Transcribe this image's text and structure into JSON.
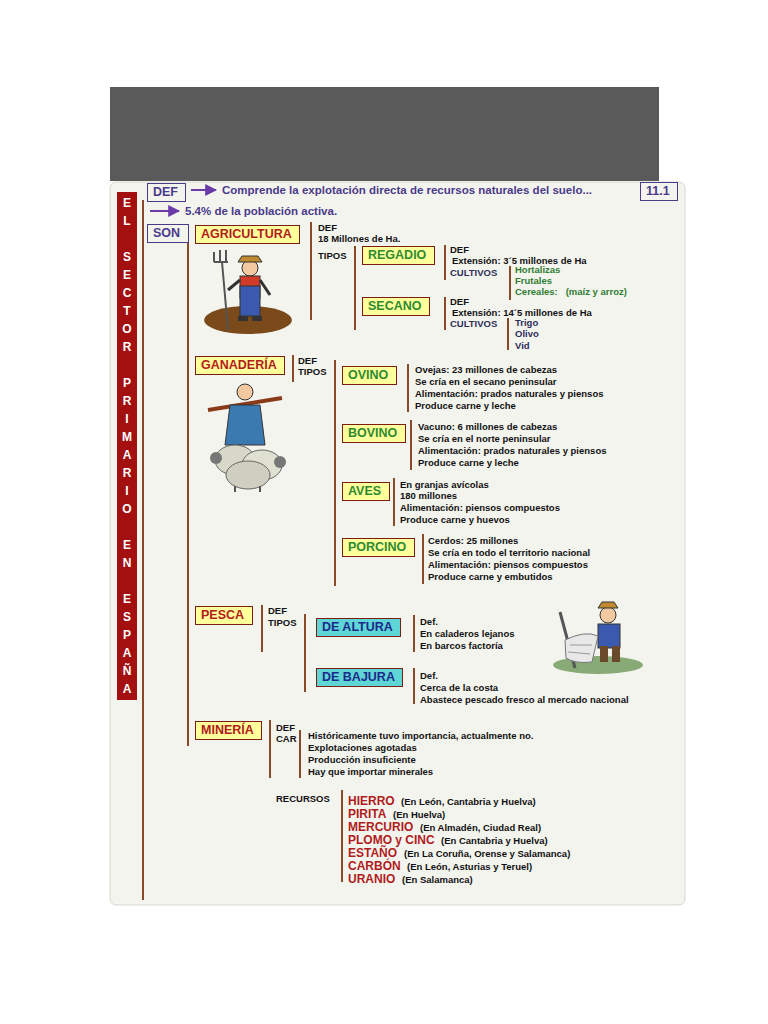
{
  "diagram": {
    "nodes": [
      {
        "text": [
          "EL SECTOR PRIMARIO EN ESPAÑA"
        ]
      },
      {
        "text": [
          "DEF"
        ]
      },
      {
        "text": [
          "11.1"
        ]
      },
      {
        "text": [
          "SON"
        ]
      },
      {
        "text": [
          "AGRICULTURA"
        ]
      },
      {
        "text": [
          "REGADIO"
        ]
      },
      {
        "text": [
          "SECANO"
        ]
      },
      {
        "text": [
          "GANADERÍA"
        ]
      },
      {
        "text": [
          "OVINO"
        ]
      },
      {
        "text": [
          "BOVINO"
        ]
      },
      {
        "text": [
          "AVES"
        ]
      },
      {
        "text": [
          "PORCINO"
        ]
      },
      {
        "text": [
          "PESCA"
        ]
      },
      {
        "text": [
          "DE ALTURA"
        ]
      },
      {
        "text": [
          "DE BAJURA"
        ]
      },
      {
        "text": [
          "MINERÍA"
        ]
      }
    ],
    "labels": [
      "Comprende la explotación directa de recursos naturales del suelo...",
      "5.4% de la población activa.",
      "DEF",
      "18 Millones de Ha.",
      "TIPOS",
      "DEF",
      "Extensión: 3´5 millones de Ha",
      "CULTIVOS",
      "Hortalizas",
      "Frutales",
      "Cereales:   (maíz y arroz)",
      "DEF",
      "Extensión: 14´5 millones de Ha",
      "CULTIVOS",
      "Trigo",
      "Olivo",
      "Vid",
      "DEF",
      "TIPOS",
      "Ovejas: 23 millones de cabezas",
      "Se cría en el secano peninsular",
      "Alimentación: prados naturales y piensos",
      "Produce carne y leche",
      "Vacuno: 6 millones de cabezas",
      "Se cría en el norte peninsular",
      "Alimentación: prados naturales y piensos",
      "Produce carne y leche",
      "En granjas avícolas",
      "180 millones",
      "Alimentación: piensos compuestos",
      "Produce carne y huevos",
      "Cerdos: 25 millones",
      "Se cría en todo el territorio nacional",
      "Alimentación: piensos compuestos",
      "Produce carne y embutidos",
      "DEF",
      "TIPOS",
      "Def.",
      "En caladeros lejanos",
      "En barcos factoría",
      "Def.",
      "Cerca de la costa",
      "Abastece pescado fresco al mercado nacional",
      "DEF",
      "CAR",
      "Históricamente tuvo importancia, actualmente no.",
      "Explotaciones agotadas",
      "Producción insuficiente",
      "Hay que importar minerales",
      "RECURSOS",
      "HIERRO",
      "(En León, Cantabria y Huelva)",
      "PIRITA",
      "(En Huelva)",
      "MERCURIO",
      "(En Almadén, Ciudad Real)",
      "PLOMO y CINC",
      "(En Cantabria y Huelva)",
      "ESTAÑO",
      "(En La Coruña, Orense y Salamanca)",
      "CARBÓN",
      "(En León, Asturias y Teruel)",
      "URANIO",
      "(En Salamanca)"
    ]
  }
}
